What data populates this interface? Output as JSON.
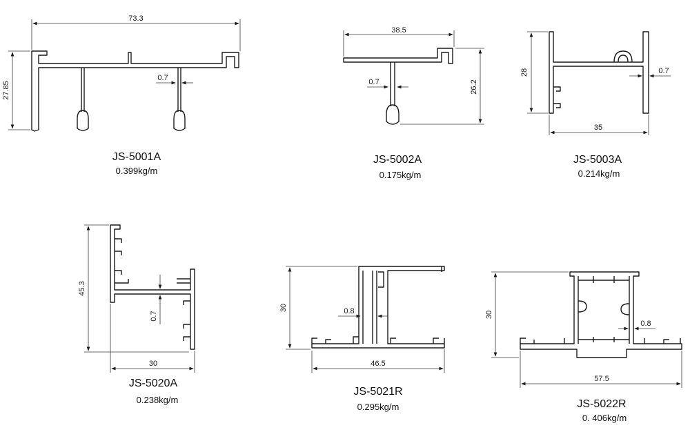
{
  "profiles": [
    {
      "code": "JS-5001A",
      "weight": "0.399kg/m",
      "dims": {
        "width": "73.3",
        "height": "27.85",
        "wall": "0.7"
      }
    },
    {
      "code": "JS-5002A",
      "weight": "0.175kg/m",
      "dims": {
        "width": "38.5",
        "height": "26.2",
        "wall": "0.7"
      }
    },
    {
      "code": "JS-5003A",
      "weight": "0.214kg/m",
      "dims": {
        "width": "35",
        "height": "28",
        "wall": "0.7"
      }
    },
    {
      "code": "JS-5020A",
      "weight": "0.238kg/m",
      "dims": {
        "width": "30",
        "height": "45.3",
        "wall": "0.7"
      }
    },
    {
      "code": "JS-5021R",
      "weight": "0.295kg/m",
      "dims": {
        "width": "46.5",
        "height": "30",
        "wall": "0.8"
      }
    },
    {
      "code": "JS-5022R",
      "weight": "0. 406kg/m",
      "dims": {
        "width": "57.5",
        "height": "30",
        "wall": "0.8"
      }
    }
  ],
  "colors": {
    "line": "#1a1a1a",
    "background": "#ffffff"
  }
}
